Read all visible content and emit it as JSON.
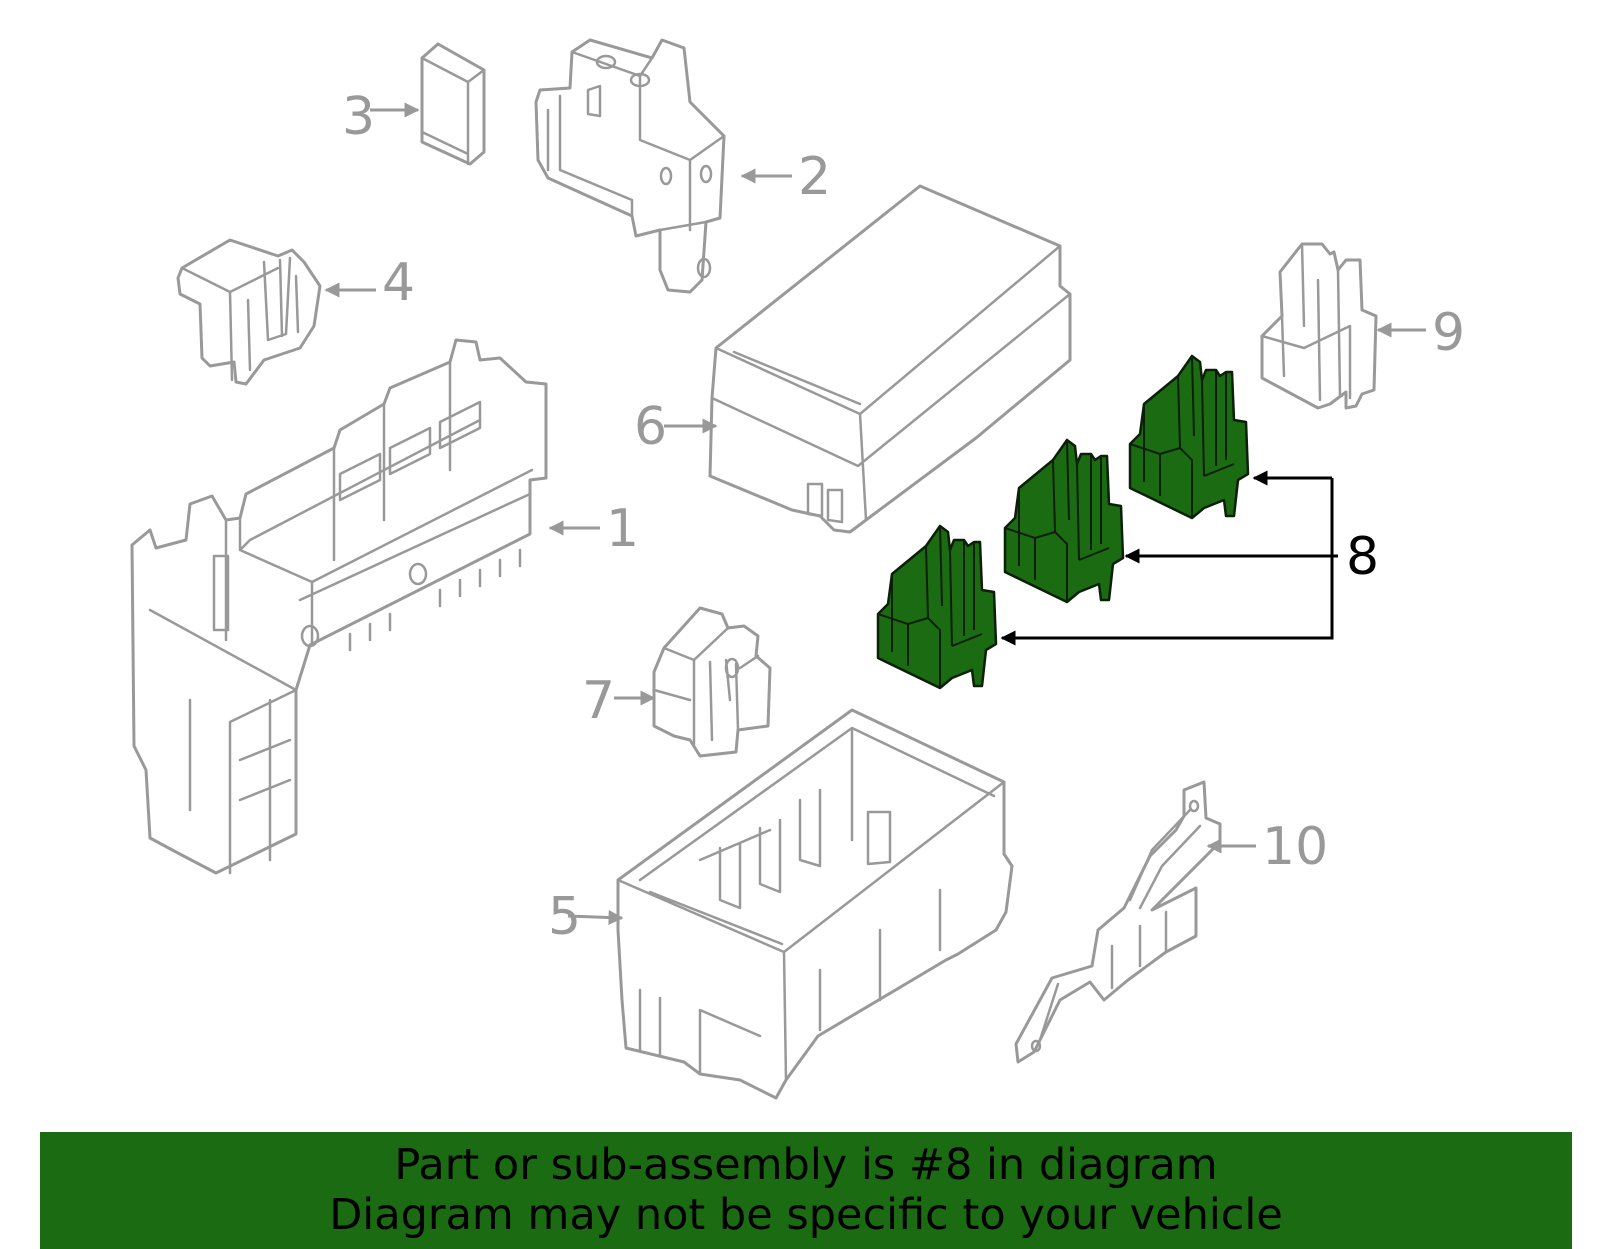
{
  "callouts": {
    "c1": "1",
    "c2": "2",
    "c3": "3",
    "c4": "4",
    "c5": "5",
    "c6": "6",
    "c7": "7",
    "c8": "8",
    "c9": "9",
    "c10": "10"
  },
  "highlighted_part": "8",
  "colors": {
    "highlight": "#1b6b12",
    "outline": "#999999",
    "banner": "#1b6b12"
  },
  "banner": {
    "line1": "Part or sub-assembly is #8 in diagram",
    "line2": "Diagram may not be specific to your vehicle"
  }
}
